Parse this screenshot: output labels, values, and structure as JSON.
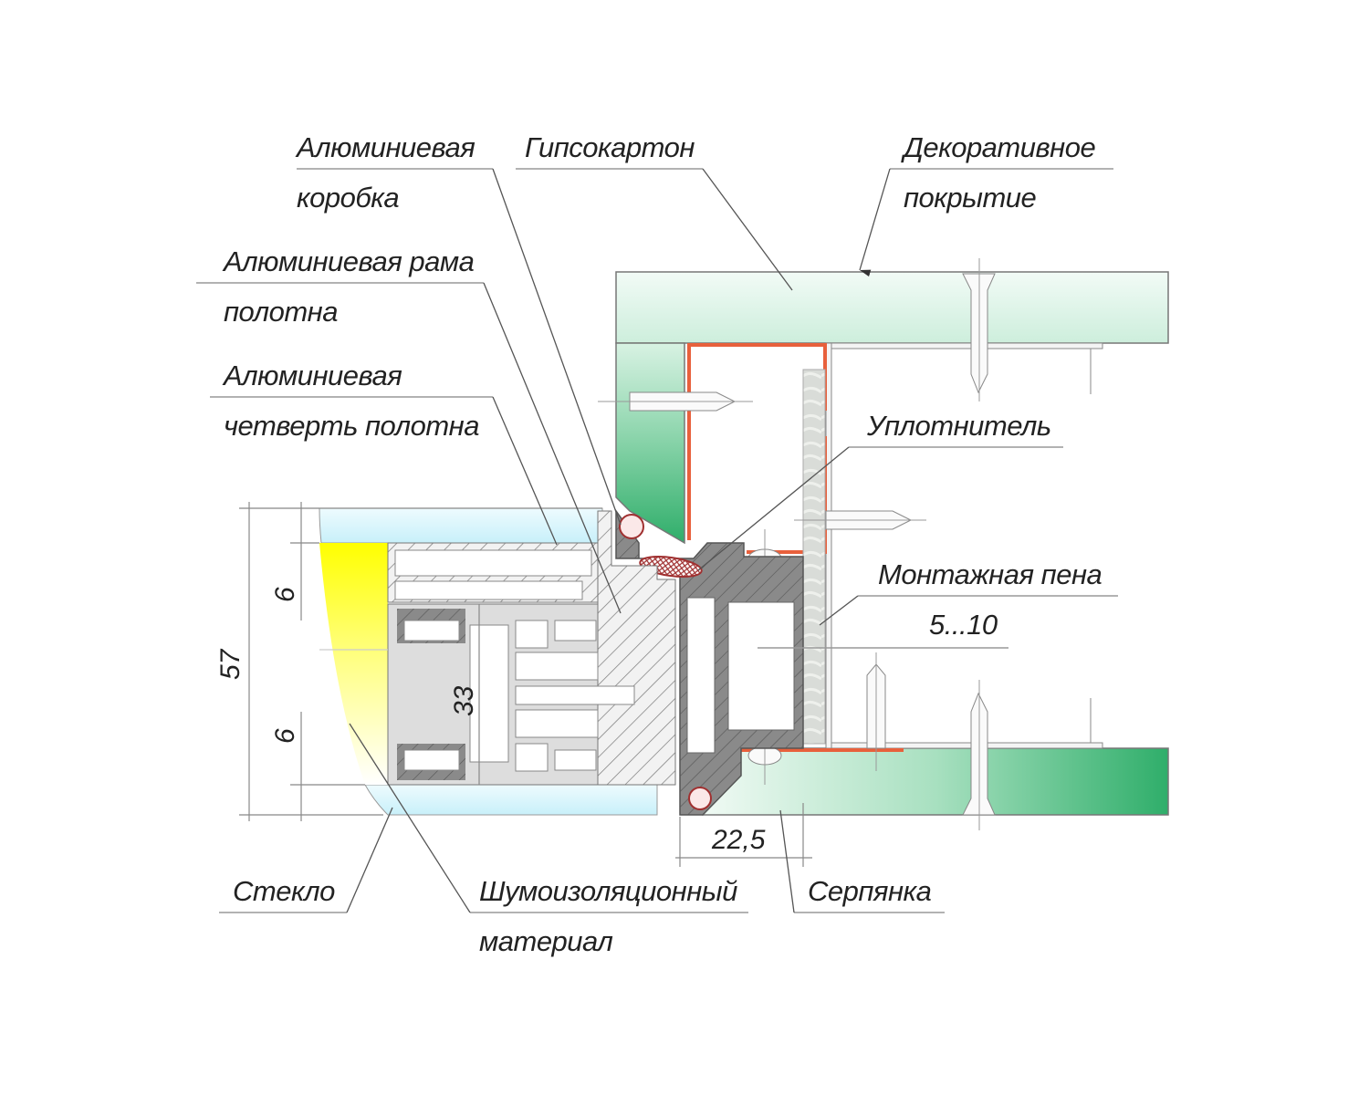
{
  "labels": {
    "aluminum_box": [
      "Алюминиевая",
      "коробка"
    ],
    "drywall": "Гипсокартон",
    "decorative_coating": [
      "Декоративное",
      "покрытие"
    ],
    "aluminum_leaf_frame": [
      "Алюминиевая рама",
      "полотна"
    ],
    "aluminum_leaf_quarter": [
      "Алюминиевая",
      "четверть полотна"
    ],
    "seal": "Уплотнитель",
    "mounting_foam": "Монтажная пена",
    "foam_gap": "5...10",
    "glass": "Стекло",
    "soundproofing": [
      "Шумоизоляционный",
      "материал"
    ],
    "serpyanka": "Серпянка"
  },
  "dimensions": {
    "total_thickness": "57",
    "glass_top": "6",
    "glass_bottom": "6",
    "core": "33",
    "frame_width": "22,5"
  },
  "colors": {
    "drywall_light": "#e8f6ef",
    "drywall_dark": "#2fae6a",
    "frame_outline": "#e8603c",
    "glass": "#d6f4fb",
    "soundproofing": "#ffff00",
    "aluminum": "#7a7a7a",
    "seal": "#b03030"
  }
}
